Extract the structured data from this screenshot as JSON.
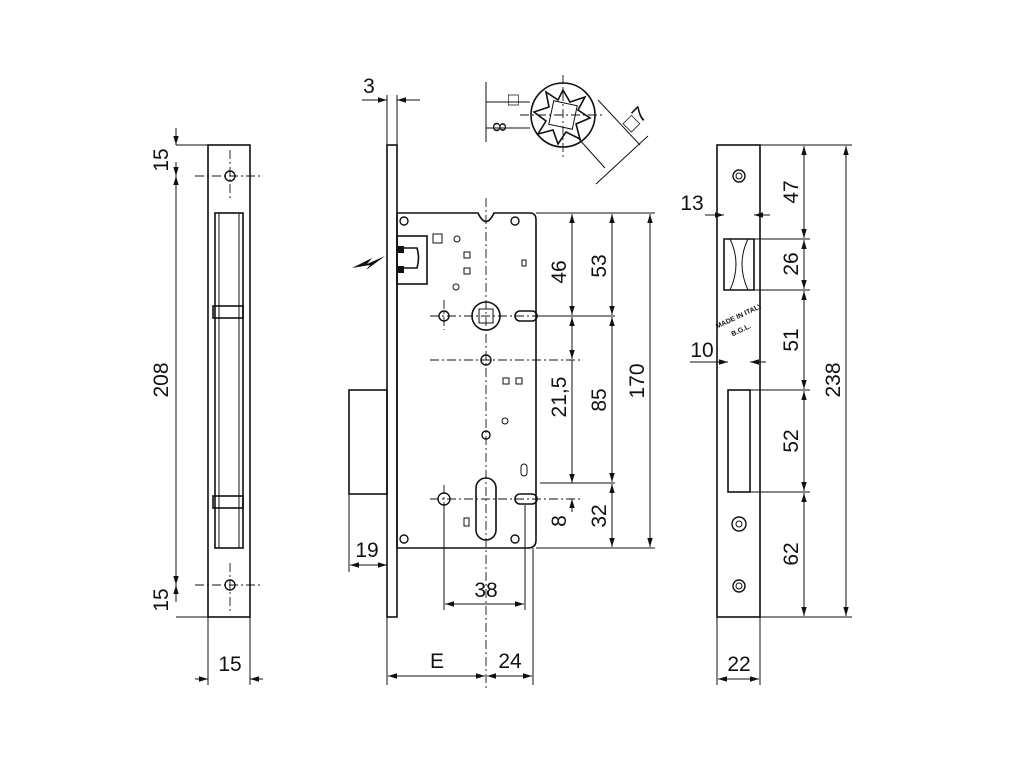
{
  "diagram": {
    "left_view_dims": {
      "top_hole": "15",
      "height": "208",
      "bottom_hole": "15",
      "width": "15"
    },
    "center_view_dims": {
      "faceplate_thickness": "3",
      "backset_label": "E",
      "backset_offset": "24",
      "bolt_projection": "19",
      "cylinder_screws": "38",
      "spindle_to_top": "53",
      "top_to_spindle_hole": "46",
      "spindle_to_cylinder": "85",
      "total_case": "170",
      "small_offset": "21,5",
      "cylinder_to_bottom": "32",
      "cylinder_hole": "8"
    },
    "spindle_detail": {
      "square_small": "□",
      "square_size": "8",
      "square_large": "□7"
    },
    "right_view_dims": {
      "top_to_latch": "47",
      "latch_height": "26",
      "latch_to_bolt": "51",
      "bolt_height": "52",
      "bolt_to_bottom": "62",
      "total_height": "238",
      "latch_offset": "13",
      "bolt_offset": "10",
      "width": "22"
    },
    "stamp_text": [
      "MADE IN ITALY",
      "B.G.L."
    ]
  }
}
